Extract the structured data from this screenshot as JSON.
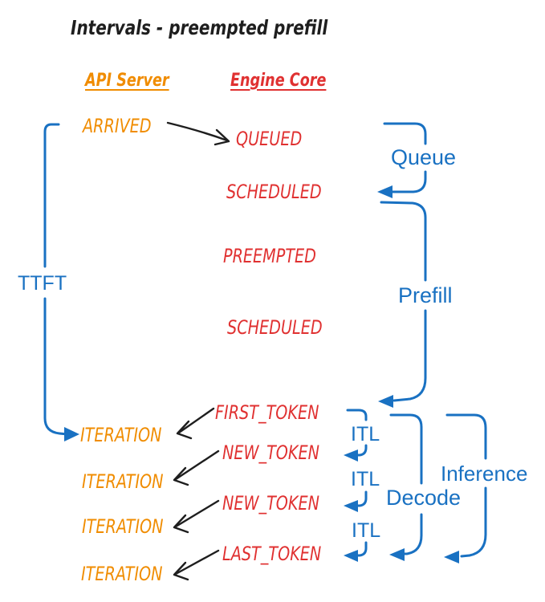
{
  "title": "Intervals - preempted prefill",
  "headers": {
    "api_server": "API Server",
    "engine_core": "Engine Core"
  },
  "api_events": {
    "arrived": "ARRIVED",
    "iteration1": "ITERATION",
    "iteration2": "ITERATION",
    "iteration3": "ITERATION",
    "iteration4": "ITERATION"
  },
  "engine_events": {
    "queued": "QUEUED",
    "scheduled1": "SCHEDULED",
    "preempted": "PREEMPTED",
    "scheduled2": "SCHEDULED",
    "first_token": "FIRST_TOKEN",
    "new_token1": "NEW_TOKEN",
    "new_token2": "NEW_TOKEN",
    "last_token": "LAST_TOKEN"
  },
  "intervals": {
    "ttft": "TTFT",
    "queue": "Queue",
    "prefill": "Prefill",
    "itl1": "ITL",
    "itl2": "ITL",
    "itl3": "ITL",
    "decode": "Decode",
    "inference": "Inference"
  },
  "colors": {
    "blue": "#1971c2",
    "red": "#e03131",
    "orange": "#f08c00",
    "ink": "#1e1e1e",
    "background": "#ffffff"
  }
}
